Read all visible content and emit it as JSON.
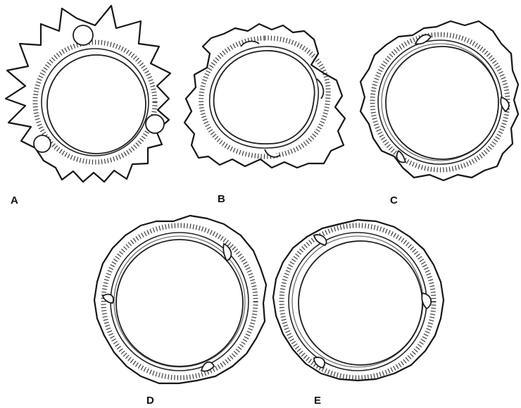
{
  "figure": {
    "panels": [
      {
        "id": "A",
        "label": "A"
      },
      {
        "id": "B",
        "label": "B"
      },
      {
        "id": "C",
        "label": "C"
      },
      {
        "id": "D",
        "label": "D"
      },
      {
        "id": "E",
        "label": "E"
      }
    ]
  },
  "colors": {
    "ink": "#161616",
    "paper": "#ffffff"
  }
}
